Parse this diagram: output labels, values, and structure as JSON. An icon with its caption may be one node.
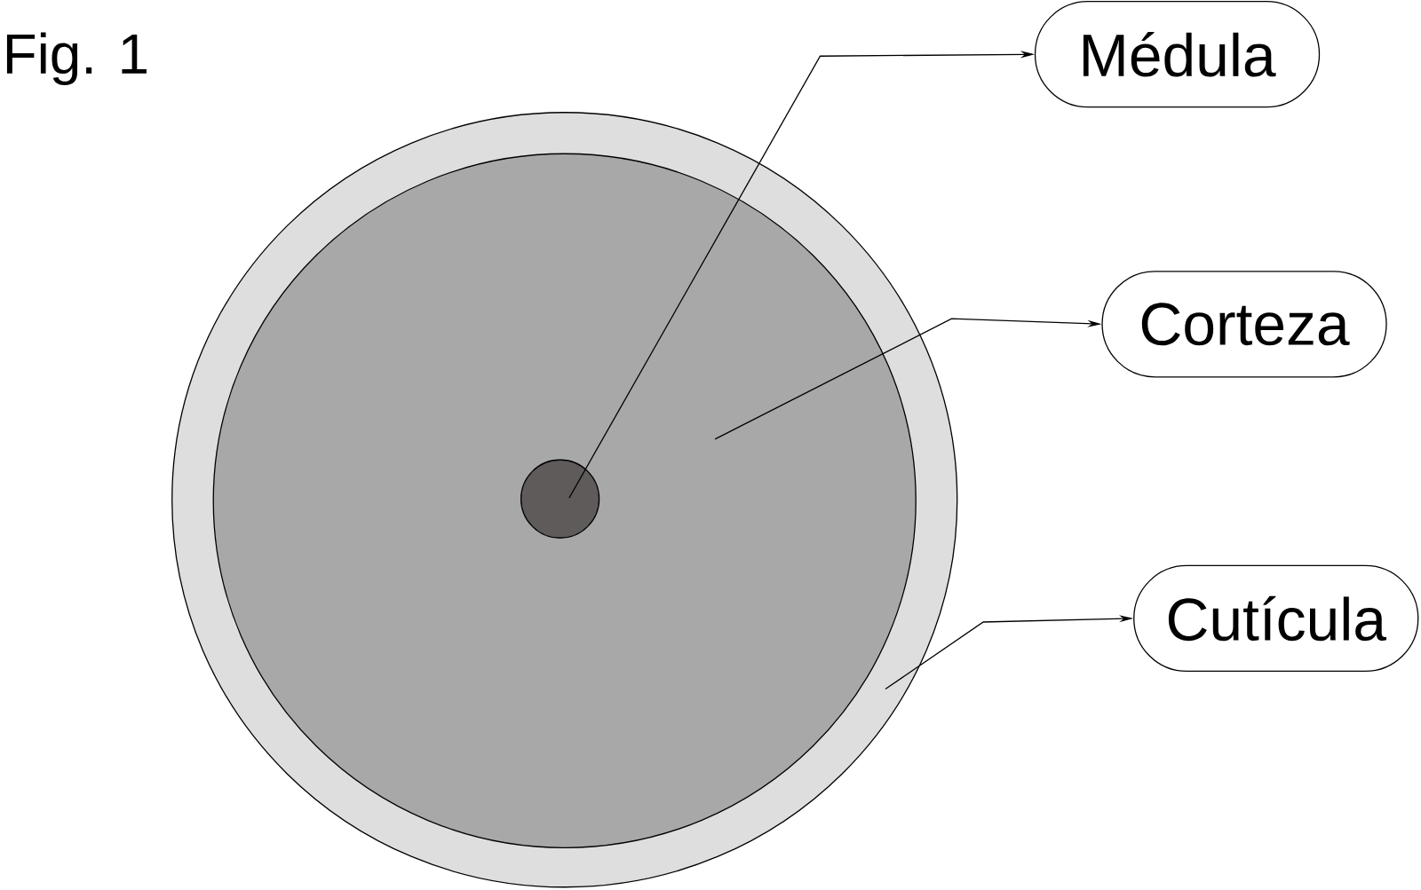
{
  "diagram": {
    "title": "Fig. 1",
    "nodes": [
      {
        "text": [
          "Médula"
        ]
      },
      {
        "text": [
          "Corteza"
        ]
      },
      {
        "text": [
          "Cutícula"
        ]
      },
      {
        "text": [],
        "shape": "circle"
      },
      {
        "text": [],
        "shape": "circle",
        "in": 3
      },
      {
        "text": [],
        "shape": "circle",
        "in": 4
      }
    ],
    "edges": [
      {
        "from": 5,
        "to": 0,
        "arrow": "to"
      },
      {
        "from": 4,
        "to": 1,
        "arrow": "to"
      },
      {
        "from": 3,
        "to": 2,
        "arrow": "to"
      }
    ]
  }
}
